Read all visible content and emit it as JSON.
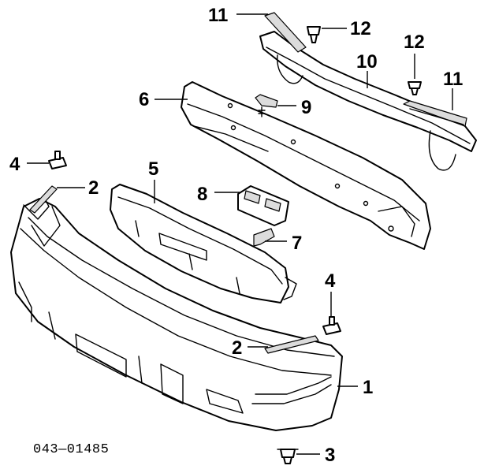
{
  "diagram": {
    "drawing_code": "043—01485",
    "callouts": {
      "c1": "1",
      "c2a": "2",
      "c2b": "2",
      "c3": "3",
      "c4a": "4",
      "c4b": "4",
      "c5": "5",
      "c6": "6",
      "c7": "7",
      "c8": "8",
      "c9": "9",
      "c10": "10",
      "c11a": "11",
      "c11b": "11",
      "c12a": "12",
      "c12b": "12"
    }
  }
}
